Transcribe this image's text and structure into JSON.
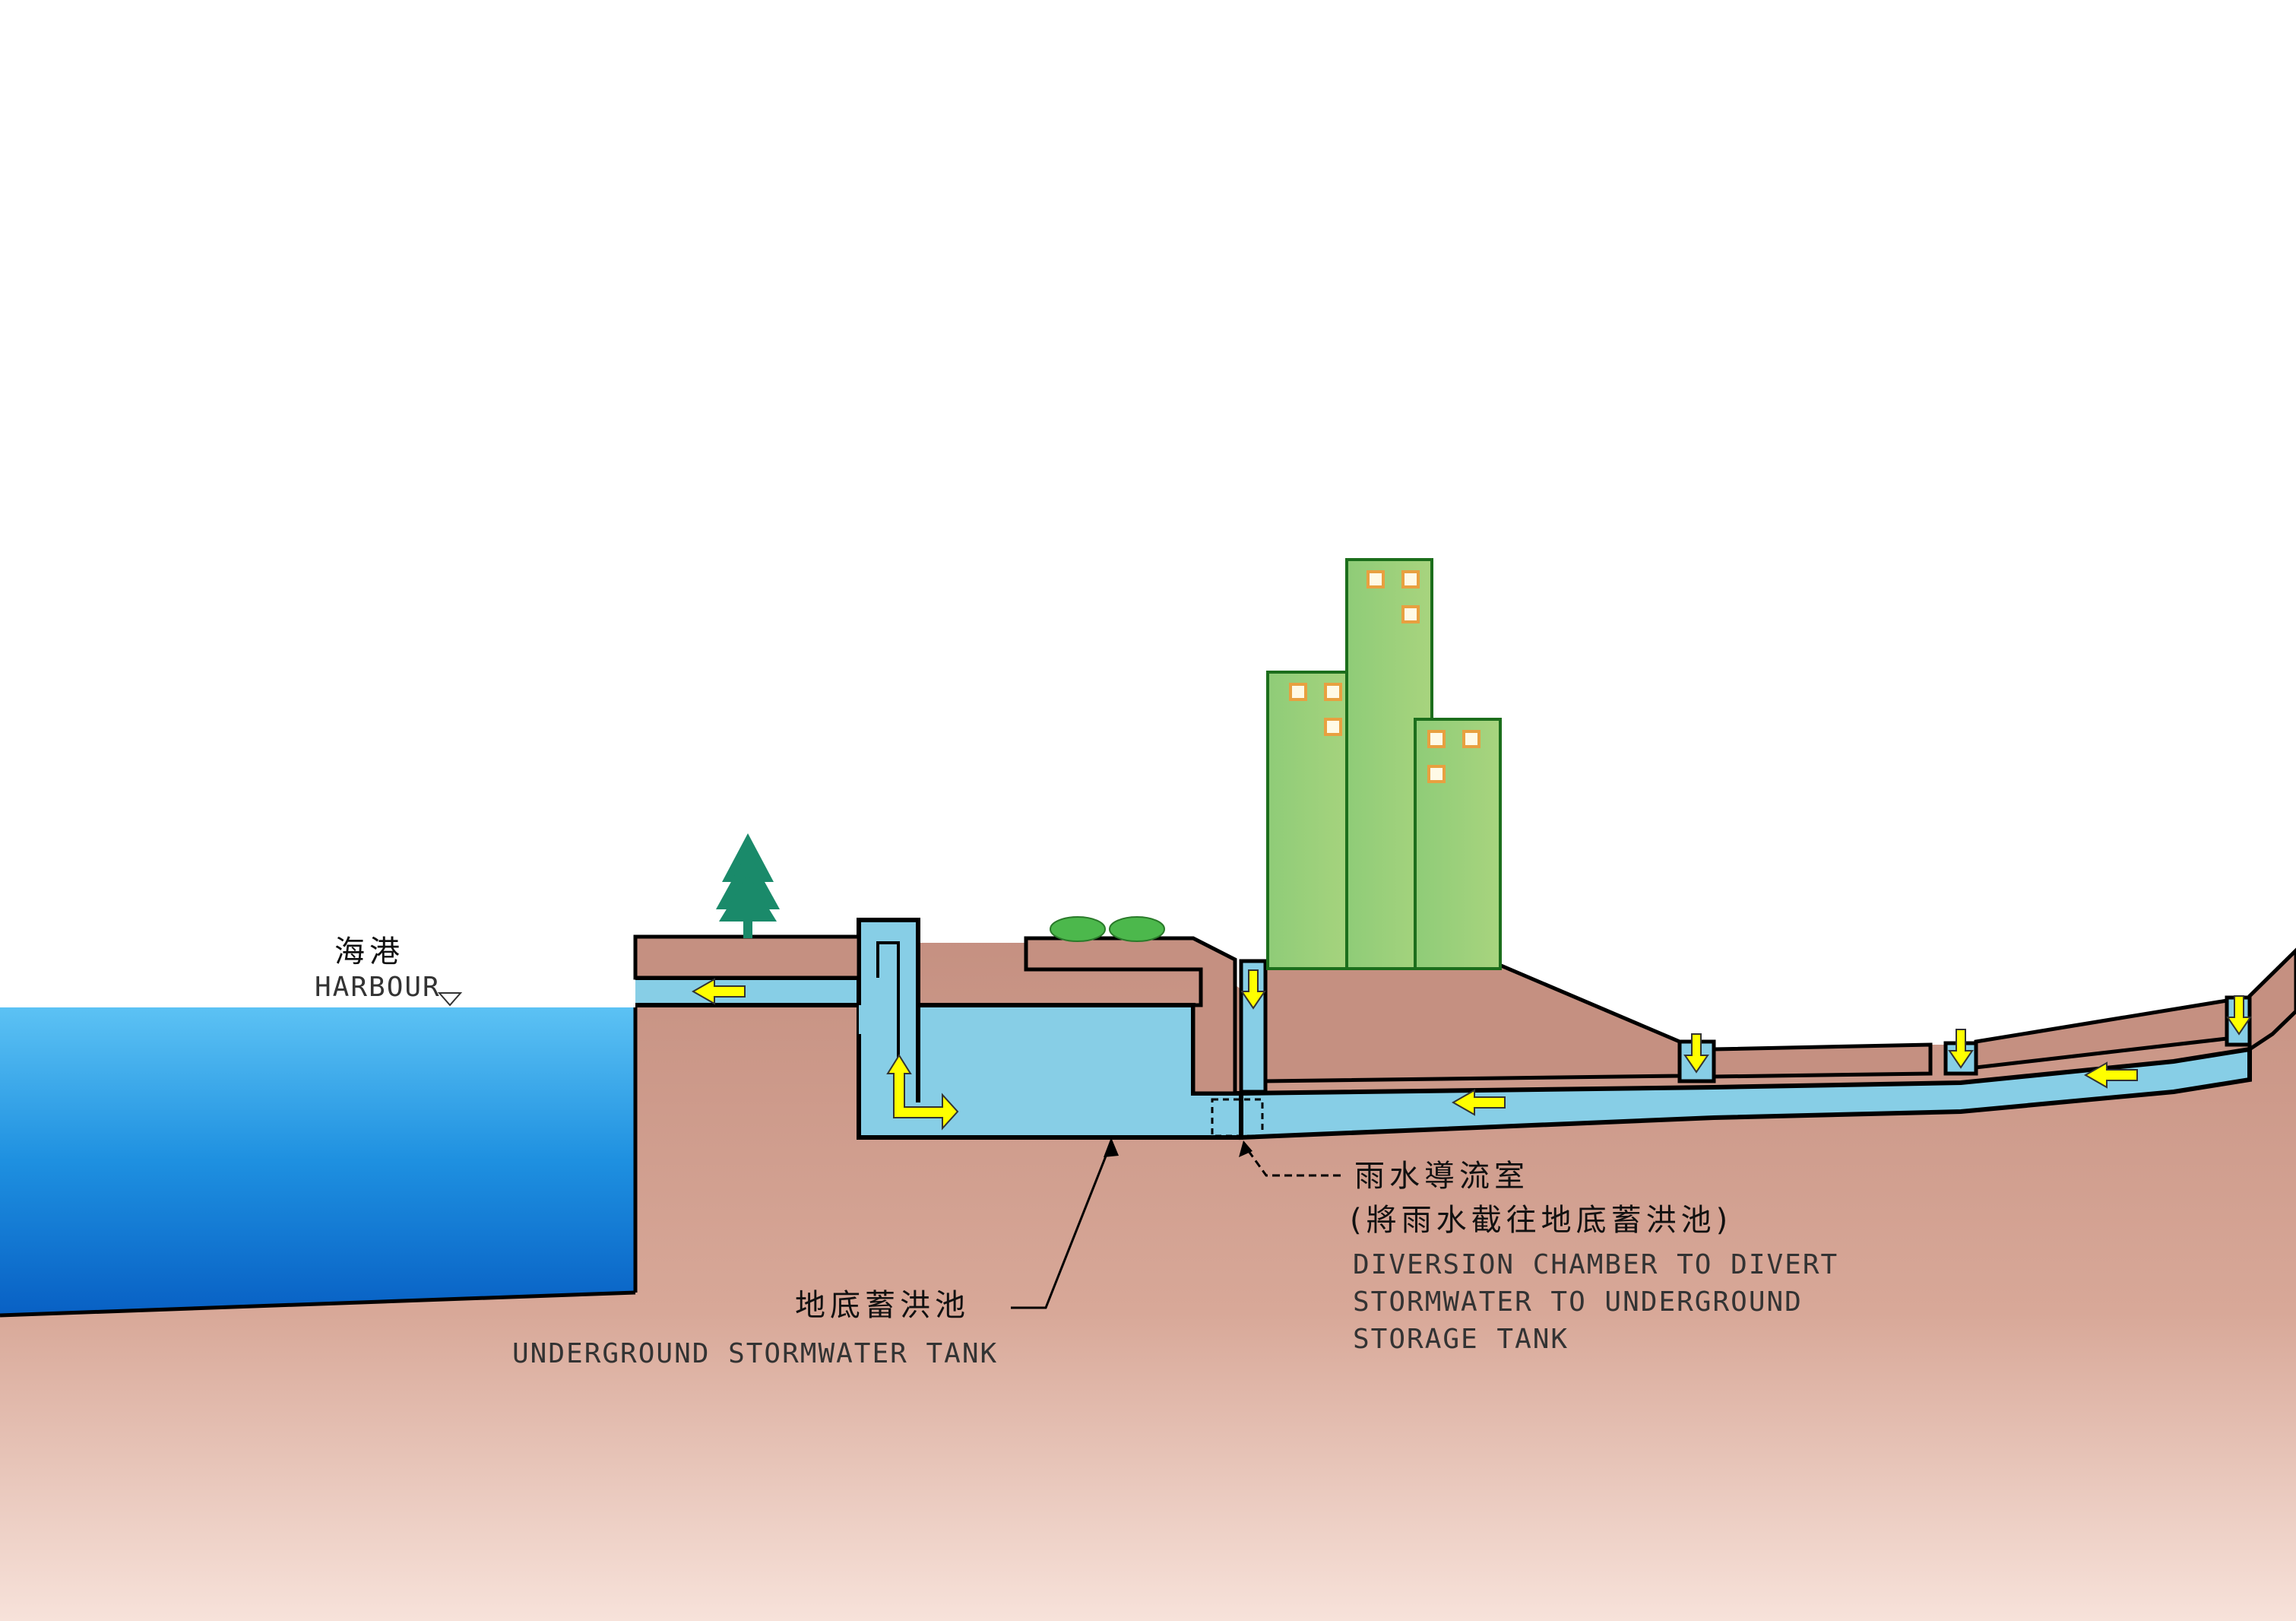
{
  "harbour": {
    "label_cn": "海港",
    "label_en": "HARBOUR"
  },
  "tank": {
    "label_cn": "地底蓄洪池",
    "label_en": "UNDERGROUND STORMWATER TANK"
  },
  "chamber": {
    "label_cn_1": "雨水導流室",
    "label_cn_2": "(將雨水截往地底蓄洪池)",
    "label_en_1": "DIVERSION CHAMBER TO DIVERT",
    "label_en_2": "STORMWATER TO UNDERGROUND",
    "label_en_3": "STORAGE TANK"
  },
  "colors": {
    "water": "#87cee6",
    "sea_top": "#58c0f2",
    "sea_bottom": "#0a66c8",
    "soil": "#c59081",
    "soil_dark": "#b27c6c",
    "soil_light": "#f5dcd2",
    "building": "#8fcc78",
    "flow_arrow": "#ffff00",
    "tree": "#1a8a6a",
    "bush": "#4cb84c"
  }
}
